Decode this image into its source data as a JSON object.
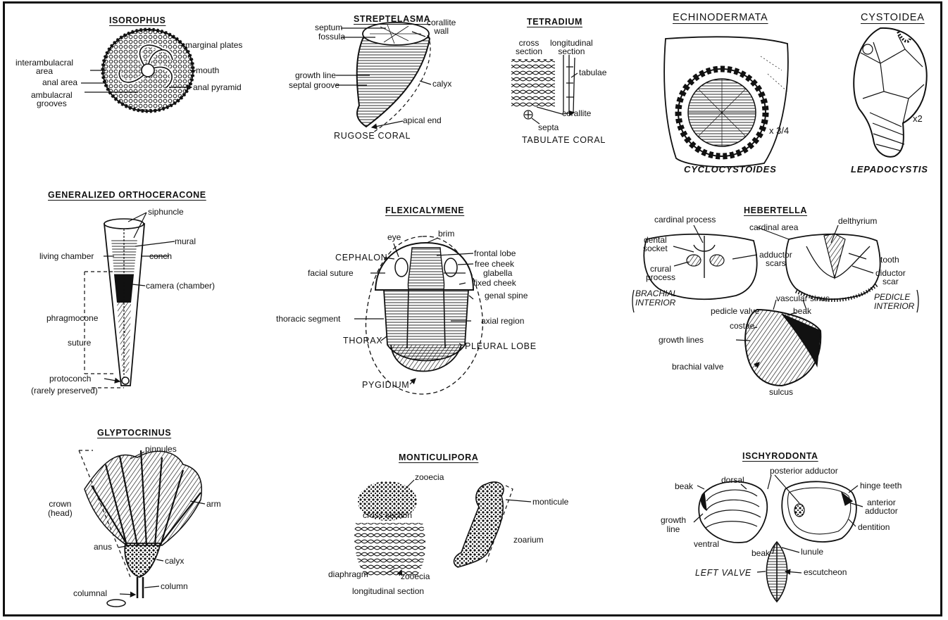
{
  "titles": {
    "isorophus": "ISOROPHUS",
    "streptelasma": "STREPTELASMA",
    "tetradium": "TETRADIUM",
    "echinodermata": "ECHINODERMATA",
    "cystoidea": "CYSTOIDEA",
    "orthoceracone": "GENERALIZED ORTHOCERACONE",
    "flexicalymene": "FLEXICALYMENE",
    "hebertella": "HEBERTELLA",
    "glyptocrinus": "GLYPTOCRINUS",
    "monticulipora": "MONTICULIPORA",
    "ischyrodonta": "ISCHYRODONTA"
  },
  "isorophus": {
    "marginal_plates": "marginal plates",
    "interambulacral": "interambulacral\narea",
    "mouth": "mouth",
    "anal_area": "anal area",
    "anal_pyramid": "anal pyramid",
    "ambulacral": "ambulacral\ngrooves"
  },
  "streptelasma": {
    "septum": "septum",
    "fossula": "fossula",
    "corallite_wall": "corallite\nwall",
    "growth_line": "growth line",
    "septal_groove": "septal groove",
    "calyx": "calyx",
    "apical_end": "apical end",
    "caption": "RUGOSE CORAL"
  },
  "tetradium": {
    "cross_section": "cross\nsection",
    "longitudinal": "longitudinal\nsection",
    "tabulae": "tabulae",
    "corallite": "corallite",
    "septa": "septa",
    "caption": "TABULATE CORAL"
  },
  "echinodermata": {
    "scale": "x 3/4",
    "genus": "CYCLOCYSTOIDES"
  },
  "cystoidea": {
    "scale": "x2",
    "genus": "LEPADOCYSTIS"
  },
  "orthoceracone": {
    "siphuncle": "siphuncle",
    "mural": "mural",
    "living_chamber": "living chamber",
    "conch": "conch",
    "camera": "camera (chamber)",
    "phragmocone": "phragmocone",
    "suture": "suture",
    "protoconch": "protoconch",
    "rarely": "(rarely preserved)"
  },
  "flexicalymene": {
    "eye": "eye",
    "brim": "brim",
    "cephalon": "CEPHALON",
    "frontal_lobe": "frontal lobe",
    "free_cheek": "free cheek",
    "glabella": "glabella",
    "facial_suture": "facial suture",
    "fixed_cheek": "fixed cheek",
    "genal_spine": "genal spine",
    "thoracic_segment": "thoracic segment",
    "axial_region": "axial region",
    "thorax": "THORAX",
    "pleural_lobe": "PLEURAL LOBE",
    "pygidium": "PYGIDIUM"
  },
  "hebertella": {
    "cardinal_process": "cardinal process",
    "delthyrium": "delthyrium",
    "cardinal_area": "cardinal area",
    "dental_socket": "dental\nsocket",
    "adductor_scars": "adductor\nscars",
    "tooth": "tooth",
    "crural_process": "crural\nprocess",
    "diductor_scar": "diductor\nscar",
    "vascular_sinus": "vascular sinus",
    "brachial_interior": "BRACHIAL\nINTERIOR",
    "pedicle_interior": "PEDICLE\nINTERIOR",
    "pedicle_valve": "pedicle valve",
    "beak": "beak",
    "costae": "costae",
    "growth_lines": "growth lines",
    "brachial_valve": "brachial valve",
    "sulcus": "sulcus"
  },
  "glyptocrinus": {
    "pinnules": "pinnules",
    "crown": "crown\n(head)",
    "arm": "arm",
    "anus": "anus",
    "calyx": "calyx",
    "column": "column",
    "columnal": "columnal"
  },
  "monticulipora": {
    "zooecia_top": "zooecia",
    "cross_section": "cross section",
    "monticule": "monticule",
    "zoarium": "zoarium",
    "diaphragm": "diaphragm",
    "zooecia_bottom": "zooecia",
    "longitudinal": "longitudinal section"
  },
  "ischyrodonta": {
    "posterior_adductor": "posterior adductor",
    "dorsal": "dorsal",
    "beak_left": "beak",
    "hinge_teeth": "hinge teeth",
    "anterior_adductor": "anterior\nadductor",
    "growth_line": "growth\nline",
    "dentition": "dentition",
    "ventral": "ventral",
    "beak_bottom": "beak",
    "lunule": "lunule",
    "left_valve": "LEFT VALVE",
    "escutcheon": "escutcheon"
  }
}
